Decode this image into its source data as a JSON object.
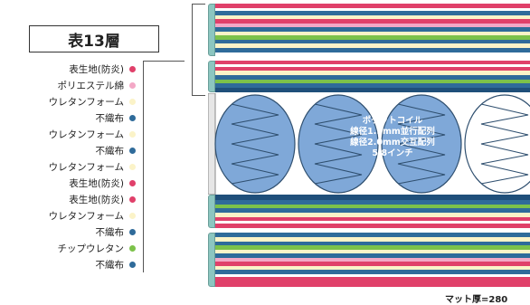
{
  "title": "表13層",
  "legend": [
    {
      "label": "表生地(防炎)",
      "color": "#e0406a"
    },
    {
      "label": "ポリエステル綿",
      "color": "#f3a8c6"
    },
    {
      "label": "ウレタンフォーム",
      "color": "#fbf3c8"
    },
    {
      "label": "不織布",
      "color": "#2f6b9a"
    },
    {
      "label": "ウレタンフォーム",
      "color": "#fbf3c8"
    },
    {
      "label": "不織布",
      "color": "#2f6b9a"
    },
    {
      "label": "ウレタンフォーム",
      "color": "#fbf3c8"
    },
    {
      "label": "表生地(防炎)",
      "color": "#e0406a"
    },
    {
      "label": "表生地(防炎)",
      "color": "#e0406a"
    },
    {
      "label": "ウレタンフォーム",
      "color": "#fbf3c8"
    },
    {
      "label": "不織布",
      "color": "#2f6b9a"
    },
    {
      "label": "チップウレタン",
      "color": "#7cc24a"
    },
    {
      "label": "不織布",
      "color": "#2f6b9a"
    }
  ],
  "coil": {
    "line1": "ポケットコイル",
    "line2": "線径1.9mm並行配列",
    "line3": "線径2.0mm交互配列",
    "line4": "5.8インチ"
  },
  "bottom_note": "マット厚=280"
}
